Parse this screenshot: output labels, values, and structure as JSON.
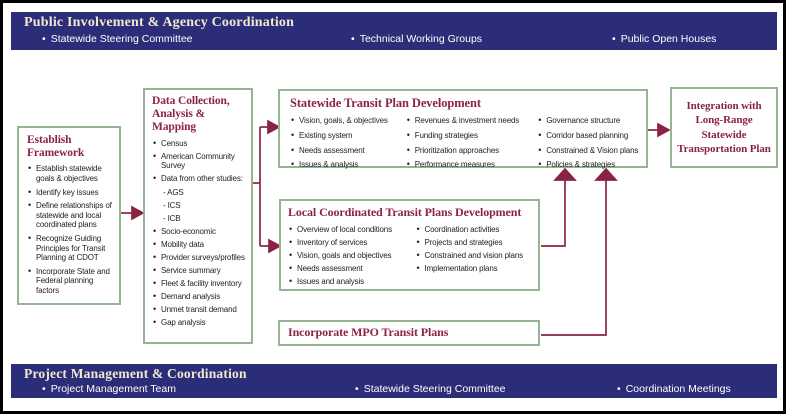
{
  "top_banner": {
    "title": "Public Involvement & Agency Coordination",
    "items": [
      "Statewide Steering Committee",
      "Technical Working Groups",
      "Public Open Houses"
    ]
  },
  "bottom_banner": {
    "title": "Project Management & Coordination",
    "items": [
      "Project Management Team",
      "Statewide Steering Committee",
      "Coordination Meetings"
    ]
  },
  "boxes": {
    "establish": {
      "title": "Establish Framework",
      "items": [
        "Establish statewide goals & objectives",
        "Identify key issues",
        "Define relationships of statewide and local coordinated plans",
        "Recognize Guiding Principles for Transit Planning at CDOT",
        "Incorporate State and Federal planning factors"
      ]
    },
    "data_collection": {
      "title": "Data Collection, Analysis & Mapping",
      "items_top": [
        "Census",
        "American Community Survey",
        "Data from other studies:"
      ],
      "sub_items": [
        "- AGS",
        "- ICS",
        "- ICB"
      ],
      "items_bottom": [
        "Socio-economic",
        "Mobility data",
        "Provider surveys/profiles",
        "Service summary",
        "Fleet & facility inventory",
        "Demand analysis",
        "Unmet transit demand",
        "Gap analysis"
      ]
    },
    "statewide": {
      "title": "Statewide Transit Plan Development",
      "col1": [
        "Vision, goals, & objectives",
        "Existing system",
        "Needs assessment",
        "Issues & analysis"
      ],
      "col2": [
        "Revenues & investment needs",
        "Funding strategies",
        "Prioritization approaches",
        "Performance measures"
      ],
      "col3": [
        "Governance structure",
        "Corridor based planning",
        "Constrained & Vision plans",
        "Policies & strategies"
      ]
    },
    "local": {
      "title": "Local Coordinated Transit Plans Development",
      "col1": [
        "Overview of local conditions",
        "Inventory of services",
        "Vision, goals and objectives",
        "Needs assessment",
        "Issues and analysis"
      ],
      "col2": [
        "Coordination activities",
        "Projects and strategies",
        "Constrained and vision plans",
        "Implementation plans"
      ]
    },
    "mpo": {
      "title": "Incorporate MPO Transit Plans"
    },
    "integration": {
      "title": "Integration with Long-Range Statewide Transportation Plan"
    }
  },
  "colors": {
    "banner_background": "#2b2d78",
    "banner_title": "#f0e9d1",
    "banner_text": "#ffffff",
    "box_border_green": "#94b494",
    "box_title_maroon": "#8b2342",
    "arrow_maroon": "#8b2342",
    "body_text": "#1f1f1f"
  }
}
